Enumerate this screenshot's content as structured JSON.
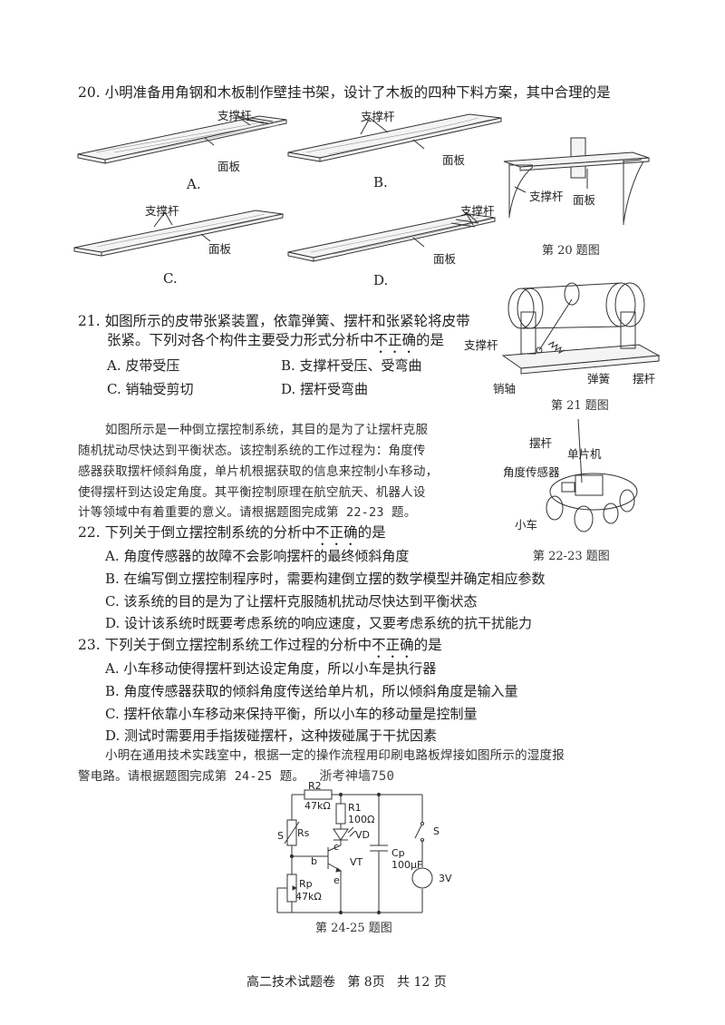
{
  "q20": {
    "text": "20. 小明准备用角钢和木板制作壁挂书架，设计了木板的四种下料方案，其中合理的是",
    "labels": {
      "rod": "支撑杆",
      "panel": "面板"
    },
    "options": [
      "A.",
      "B.",
      "C.",
      "D."
    ],
    "caption": "第 20 题图"
  },
  "q21": {
    "line1": "21. 如图所示的皮带张紧装置，依靠弹簧、摆杆和张紧轮将皮带",
    "line2_pre": "张紧。下列对各个构件主要受力形式分析中",
    "line2_dot": "不正确",
    "line2_post": "的是",
    "options": {
      "A": "A. 皮带受压",
      "B": "B. 支撑杆受压、受弯曲",
      "C": "C. 销轴受剪切",
      "D": "D. 摆杆受弯曲"
    },
    "fig_labels": {
      "rod": "支撑杆",
      "pin": "销轴",
      "spring": "弹簧",
      "arm": "摆杆"
    },
    "caption": "第 21 题图"
  },
  "passage1": {
    "lines": [
      "如图所示是一种倒立摆控制系统，其目的是为了让摆杆克服",
      "随机扰动尽快达到平衡状态。该控制系统的工作过程为：角度传",
      "感器获取摆杆倾斜角度，单片机根据获取的信息来控制小车移动，",
      "使得摆杆到达设定角度。其平衡控制原理在航空航天、机器人设",
      "计等领域中有着重要的意义。请根据题图完成第 22-23 题。"
    ],
    "fig_labels": {
      "pendulum": "摆杆",
      "mcu": "单片机",
      "sensor": "角度传感器",
      "cart": "小车"
    },
    "caption": "第 22-23 题图"
  },
  "q22": {
    "pre": "22. 下列关于倒立摆控制系统的分析中",
    "dot": "不正确",
    "post": "的是",
    "options": {
      "A": "A. 角度传感器的故障不会影响摆杆的最终倾斜角度",
      "B": "B. 在编写倒立摆控制程序时，需要构建倒立摆的数学模型并确定相应参数",
      "C": "C. 该系统的目的是为了让摆杆克服随机扰动尽快达到平衡状态",
      "D": "D. 设计该系统时既要考虑系统的响应速度，又要考虑系统的抗干扰能力"
    }
  },
  "q23": {
    "pre": "23. 下列关于倒立摆控制系统工作过程的分析中",
    "dot": "不正确",
    "post": "的是",
    "options": {
      "A": "A. 小车移动使得摆杆到达设定角度，所以小车是执行器",
      "B": "B. 角度传感器获取的倾斜角度传送给单片机，所以倾斜角度是输入量",
      "C": "C. 摆杆依靠小车移动来保持平衡，所以小车的移动量是控制量",
      "D": "D. 测试时需要用手指拨碰摆杆，这种拨碰属于干扰因素"
    }
  },
  "passage2": {
    "line1": "小明在通用技术实践室中，根据一定的操作流程用印刷电路板焊接如图所示的湿度报",
    "line2": "警电路。请根据题图完成第 24-25 题。",
    "watermark": "浙考神墙750"
  },
  "circuit": {
    "R2": "R2",
    "R2v": "47kΩ",
    "R1": "R1",
    "R1v": "100Ω",
    "VD": "VD",
    "Rs": "Rs",
    "S_left": "S",
    "b": "b",
    "c": "c",
    "e": "e",
    "VT": "VT",
    "Cp": "Cp",
    "Cpv": "100μF",
    "S_right": "S",
    "V": "3V",
    "Rp": "Rp",
    "Rpv": "47kΩ",
    "caption": "第 24-25 题图"
  },
  "footer": "高二技术试题卷   第 8页   共 12 页"
}
